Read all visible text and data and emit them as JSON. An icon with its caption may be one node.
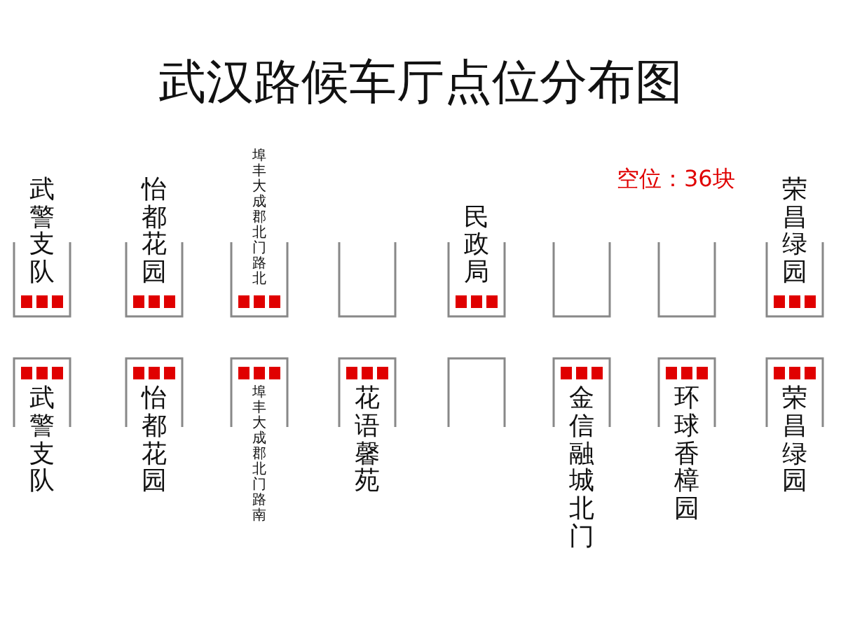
{
  "diagram": {
    "title": "武汉路候车厅点位分布图",
    "nodes": [
      {
        "text": [
          "武警支队"
        ]
      },
      {
        "text": [
          "怡都花园"
        ]
      },
      {
        "text": [
          "埠丰大成郡北门路北"
        ]
      },
      {
        "text": [],
        "shape": "box"
      },
      {
        "text": [
          "民政局"
        ]
      },
      {
        "text": [],
        "shape": "box"
      },
      {
        "text": [],
        "shape": "box"
      },
      {
        "text": [
          "荣昌绿园"
        ]
      },
      {
        "text": [
          "武警支队"
        ]
      },
      {
        "text": [
          "怡都花园"
        ]
      },
      {
        "text": [
          "埠丰大成郡北门路南"
        ]
      },
      {
        "text": [
          "花语馨苑"
        ]
      },
      {
        "text": [],
        "shape": "box"
      },
      {
        "text": [
          "金信融城北门"
        ]
      },
      {
        "text": [
          "环球香樟园"
        ]
      },
      {
        "text": [
          "荣昌绿园"
        ]
      }
    ],
    "edges": [],
    "labels": [
      "空位：36块"
    ]
  }
}
